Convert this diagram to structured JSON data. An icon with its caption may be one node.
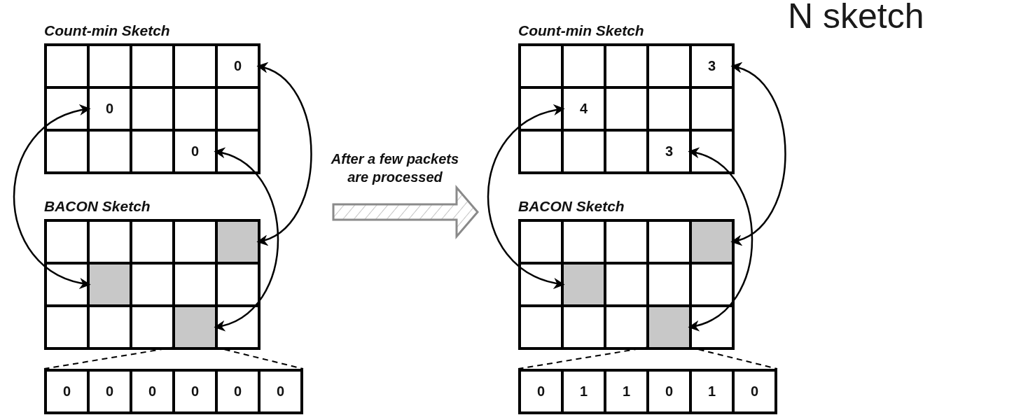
{
  "diagram": {
    "nodes": [
      {
        "text": [
          "Count-min Sketch"
        ]
      },
      {
        "text": [
          "0"
        ],
        "in": 0
      },
      {
        "text": [
          "0"
        ],
        "in": 0
      },
      {
        "text": [
          "0"
        ],
        "in": 0
      },
      {
        "text": [
          "BACON Sketch"
        ]
      },
      {
        "text": [],
        "shape": "box",
        "in": 4
      },
      {
        "text": [],
        "shape": "box",
        "in": 4
      },
      {
        "text": [],
        "shape": "box",
        "in": 4
      },
      {
        "text": [],
        "shape": "box"
      },
      {
        "text": [
          "0"
        ],
        "in": 8
      },
      {
        "text": [
          "0"
        ],
        "in": 8
      },
      {
        "text": [
          "0"
        ],
        "in": 8
      },
      {
        "text": [
          "0"
        ],
        "in": 8
      },
      {
        "text": [
          "0"
        ],
        "in": 8
      },
      {
        "text": [
          "0"
        ],
        "in": 8
      },
      {
        "text": [
          "Count-min Sketch"
        ]
      },
      {
        "text": [
          "3"
        ],
        "in": 15
      },
      {
        "text": [
          "4"
        ],
        "in": 15
      },
      {
        "text": [
          "3"
        ],
        "in": 15
      },
      {
        "text": [
          "BACON Sketch"
        ]
      },
      {
        "text": [],
        "shape": "box",
        "in": 19
      },
      {
        "text": [],
        "shape": "box",
        "in": 19
      },
      {
        "text": [],
        "shape": "box",
        "in": 19
      },
      {
        "text": [],
        "shape": "box"
      },
      {
        "text": [
          "0"
        ],
        "in": 23
      },
      {
        "text": [
          "1"
        ],
        "in": 23
      },
      {
        "text": [
          "1"
        ],
        "in": 23
      },
      {
        "text": [
          "0"
        ],
        "in": 23
      },
      {
        "text": [
          "1"
        ],
        "in": 23
      },
      {
        "text": [
          "0"
        ],
        "in": 23
      }
    ],
    "edges": [
      {
        "from": 1,
        "to": 5,
        "arrow": "both"
      },
      {
        "from": 2,
        "to": 6,
        "arrow": "both"
      },
      {
        "from": 3,
        "to": 7,
        "arrow": "both"
      },
      {
        "from": 4,
        "to": 19,
        "arrow": "to",
        "label": "After a few packets are processed",
        "style": "thick"
      },
      {
        "from": 16,
        "to": 20,
        "arrow": "both"
      },
      {
        "from": 17,
        "to": 21,
        "arrow": "both"
      },
      {
        "from": 18,
        "to": 22,
        "arrow": "both"
      },
      {
        "from": 7,
        "to": 8,
        "arrow": "none",
        "style": "dashed"
      },
      {
        "from": 7,
        "to": 8,
        "arrow": "none",
        "style": "dashed"
      },
      {
        "from": 22,
        "to": 23,
        "arrow": "none",
        "style": "dashed"
      },
      {
        "from": 22,
        "to": 23,
        "arrow": "none",
        "style": "dashed"
      }
    ],
    "labels": [
      "N sketch"
    ]
  }
}
